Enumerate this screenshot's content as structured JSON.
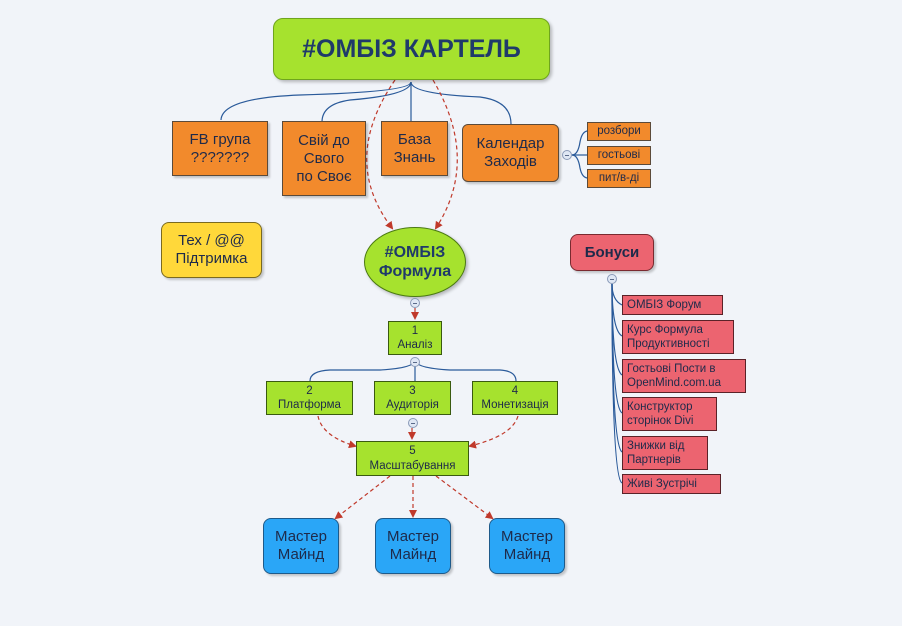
{
  "diagram": {
    "root": {
      "label": "#ОМБІЗ КАРТЕЛЬ"
    },
    "top_branches": [
      {
        "label": "FB група\n???????"
      },
      {
        "label": "Свій до\nСвого\nпо Своє"
      },
      {
        "label": "База\nЗнань"
      },
      {
        "label": "Календар\nЗаходів"
      }
    ],
    "calendar_items": [
      "розбори",
      "гостьові",
      "пит/в-ді"
    ],
    "support": {
      "label": "Тех / @@\nПідтримка"
    },
    "formula": {
      "label": "#ОМБІЗ\nФормула"
    },
    "steps": {
      "analysis": "1\nАналіз",
      "platform": "2\nПлатформа",
      "audience": "3\nАудиторія",
      "monetization": "4\nМонетизація",
      "scaling": "5\nМасштабування"
    },
    "mastermind": [
      "Мастер\nМайнд",
      "Мастер\nМайнд",
      "Мастер\nМайнд"
    ],
    "bonuses": {
      "label": "Бонуси",
      "items": [
        "ОМБІЗ Форум",
        "Курс Формула\nПродуктивності",
        "Гостьові Пости в\nOpenMind.com.ua",
        "Конструктор\nсторінок Divi",
        "Знижки від\n Партнерів",
        "Живі Зустрічі"
      ]
    },
    "colors": {
      "root": "#a6e22e",
      "branch": "#f28a2c",
      "support": "#ffd83a",
      "mastermind": "#2aa6f7",
      "bonus": "#ec6470",
      "solid_link": "#2a5a9a",
      "dashed_link": "#c0392b"
    }
  }
}
